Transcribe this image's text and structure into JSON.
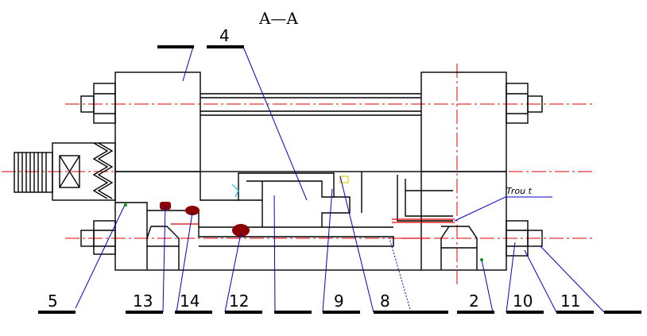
{
  "view_title": "A—A",
  "note_label": "Trou t",
  "callouts": {
    "c4": "4",
    "c5": "5",
    "c13": "13",
    "c14": "14",
    "c12": "12",
    "c9": "9",
    "c8": "8",
    "c2": "2",
    "c10": "10",
    "c11": "11"
  },
  "colors": {
    "outline": "#000000",
    "leader": "#0000cc",
    "centerline": "#e00000",
    "seal": "#8b0000",
    "accent_cyan": "#00c8d8",
    "accent_green": "#00b000",
    "accent_yellow": "#e8d000"
  }
}
